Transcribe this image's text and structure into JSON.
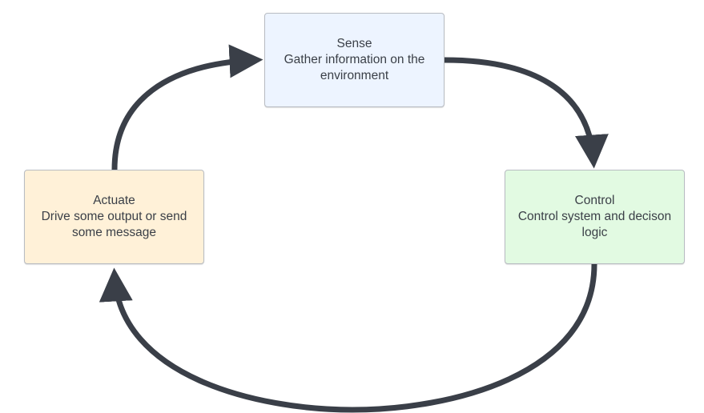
{
  "diagram": {
    "type": "cycle",
    "nodes": [
      {
        "id": "sense",
        "title": "Sense",
        "description": "Gather information on the environment",
        "color": "#edf4ff"
      },
      {
        "id": "control",
        "title": "Control",
        "description": "Control system and decison logic",
        "color": "#e2fae2"
      },
      {
        "id": "actuate",
        "title": "Actuate",
        "description": "Drive some output or send some message",
        "color": "#fff1d8"
      }
    ],
    "edges": [
      {
        "from": "sense",
        "to": "control"
      },
      {
        "from": "control",
        "to": "actuate"
      },
      {
        "from": "actuate",
        "to": "sense"
      }
    ],
    "arrow_color": "#3a3f48"
  }
}
